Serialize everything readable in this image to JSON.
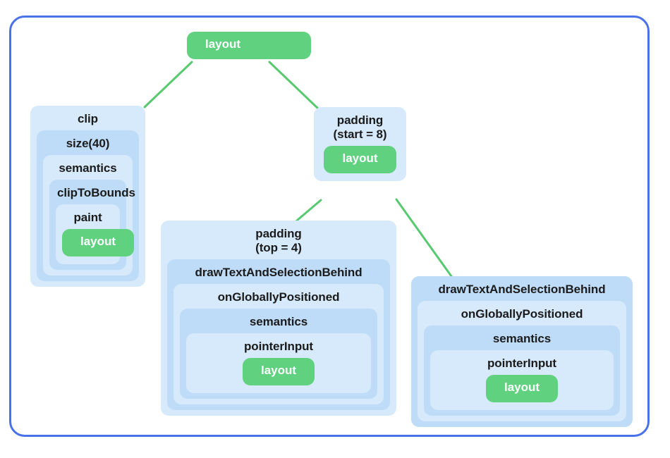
{
  "diagram": {
    "type": "modifier-chain-tree",
    "frame_color": "#4a72e8",
    "leaf_color": "#5fd17f",
    "edge_color": "#57c96f",
    "node_shade_a": "#d6eafb",
    "node_shade_b": "#bedcf7",
    "root": {
      "label": "layout"
    },
    "clip_branch": {
      "label": "clip",
      "children": [
        {
          "label": "size(40)"
        },
        {
          "label": "semantics"
        },
        {
          "label": "clipToBounds"
        },
        {
          "label": "paint"
        },
        {
          "label": "layout"
        }
      ]
    },
    "padding_branch": {
      "label": "padding\n(start = 8)",
      "leaf": "layout"
    },
    "padding_top_branch": {
      "label": "padding\n(top = 4)",
      "children": [
        {
          "label": "drawTextAndSelectionBehind"
        },
        {
          "label": "onGloballyPositioned"
        },
        {
          "label": "semantics"
        },
        {
          "label": "pointerInput"
        },
        {
          "label": "layout"
        }
      ]
    },
    "draw_right_branch": {
      "children": [
        {
          "label": "drawTextAndSelectionBehind"
        },
        {
          "label": "onGloballyPositioned"
        },
        {
          "label": "semantics"
        },
        {
          "label": "pointerInput"
        },
        {
          "label": "layout"
        }
      ]
    }
  }
}
